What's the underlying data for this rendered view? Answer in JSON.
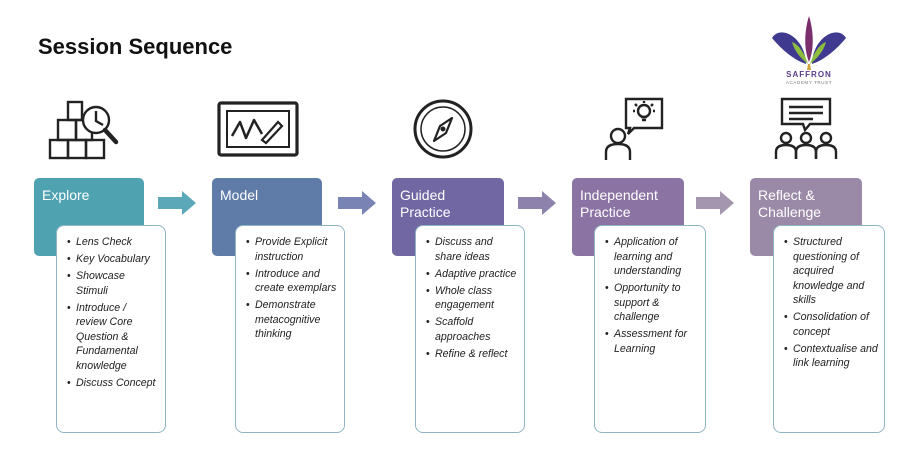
{
  "title": "Session Sequence",
  "logo": {
    "name": "SAFFRON",
    "subtitle": "ACADEMY TRUST",
    "icon": "saffron-crocus-logo"
  },
  "colors": {
    "explore": "#4fa3b1",
    "model": "#5f7ca9",
    "guided": "#7168a3",
    "independent": "#8b73a3",
    "reflect": "#9a8aa7",
    "arrow_1": "#5aa8b8",
    "arrow_2": "#7a84b4",
    "arrow_3": "#8c82ac",
    "arrow_4": "#a596b0"
  },
  "stages": [
    {
      "id": "explore",
      "label": "Explore",
      "icon": "boxes-magnifier-icon",
      "items": [
        "Lens Check",
        "Key Vocabulary",
        "Showcase Stimuli",
        "Introduce / review Core Question & Fundamental knowledge",
        "Discuss Concept"
      ]
    },
    {
      "id": "model",
      "label": "Model",
      "icon": "whiteboard-icon",
      "items": [
        "Provide Explicit instruction",
        "Introduce and create exemplars",
        "Demonstrate metacognitive thinking"
      ]
    },
    {
      "id": "guided",
      "label": "Guided Practice",
      "icon": "compass-icon",
      "items": [
        "Discuss and share ideas",
        "Adaptive practice",
        "Whole class engagement",
        "Scaffold approaches",
        "Refine & reflect"
      ]
    },
    {
      "id": "independent",
      "label": "Independent Practice",
      "icon": "person-lightbulb-icon",
      "items": [
        "Application of learning and understanding",
        "Opportunity to support & challenge",
        "Assessment for Learning"
      ]
    },
    {
      "id": "reflect",
      "label": "Reflect & Challenge",
      "icon": "group-discussion-icon",
      "items": [
        "Structured questioning of acquired knowledge and skills",
        "Consolidation of concept",
        "Contextualise and link learning"
      ]
    }
  ]
}
